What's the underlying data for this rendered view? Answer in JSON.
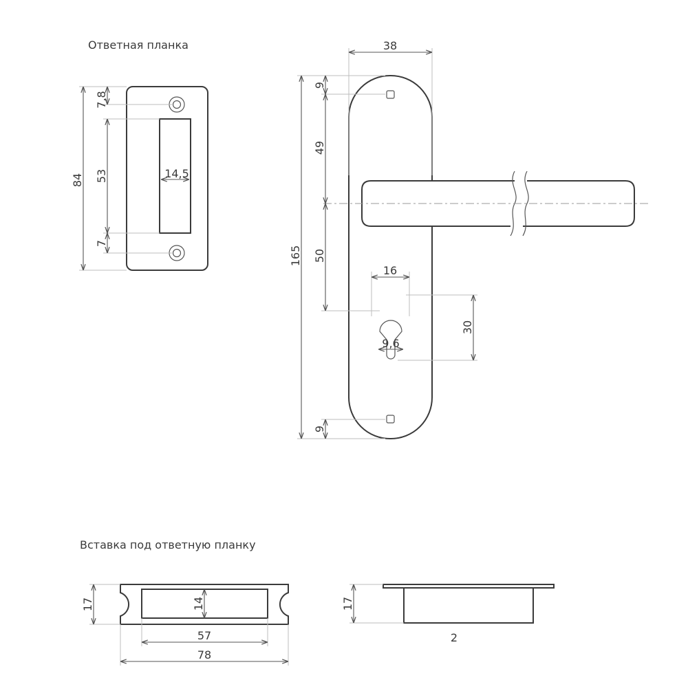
{
  "labels": {
    "strike_plate_title": "Ответная планка",
    "insert_title": "Вставка под ответную планку"
  },
  "dimensions": {
    "strike_total_height": "84",
    "strike_top_hole": "7,8",
    "strike_slot_height": "53",
    "strike_slot_width": "14,5",
    "strike_bottom_hole": "7",
    "plate_width": "38",
    "plate_top_hole": "9",
    "plate_hole_to_lever": "49",
    "plate_total_height": "165",
    "plate_lever_to_cylinder": "50",
    "cylinder_width": "16",
    "cylinder_slot_width": "9,6",
    "cylinder_height": "30",
    "plate_bottom_hole": "9",
    "insert_height": "17",
    "insert_pocket_height": "14",
    "insert_pocket_length": "57",
    "insert_total_length": "78",
    "insert_side_height": "17",
    "insert_flange_thickness": "2"
  }
}
